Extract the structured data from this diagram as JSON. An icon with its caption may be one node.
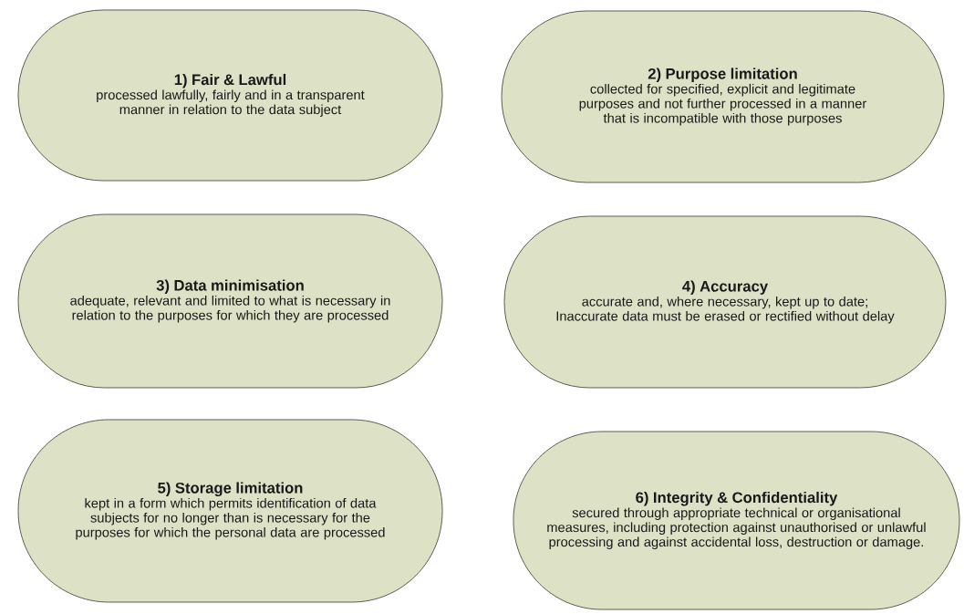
{
  "diagram": {
    "nodes": [
      {
        "text": [
          "1) Fair & Lawful",
          "processed lawfully, fairly and in a transparent manner in relation to the data subject"
        ]
      },
      {
        "text": [
          "2) Purpose limitation",
          "collected for specified, explicit and legitimate purposes and not further processed in a manner that is incompatible with those purposes"
        ]
      },
      {
        "text": [
          "3) Data minimisation",
          "adequate, relevant and limited to what is necessary in relation to the purposes for which they are processed"
        ]
      },
      {
        "text": [
          "4) Accuracy",
          "accurate and, where necessary, kept up to date; Inaccurate data must be erased or rectified without delay"
        ]
      },
      {
        "text": [
          "5) Storage limitation",
          "kept in a form which permits identification of data subjects for no longer than is necessary for the purposes for which the personal data are processed"
        ]
      },
      {
        "text": [
          "6) Integrity & Confidentiality",
          "secured through appropriate technical or organisational measures, including protection against unauthorised or unlawful processing and against accidental loss, destruction or damage."
        ]
      }
    ]
  }
}
